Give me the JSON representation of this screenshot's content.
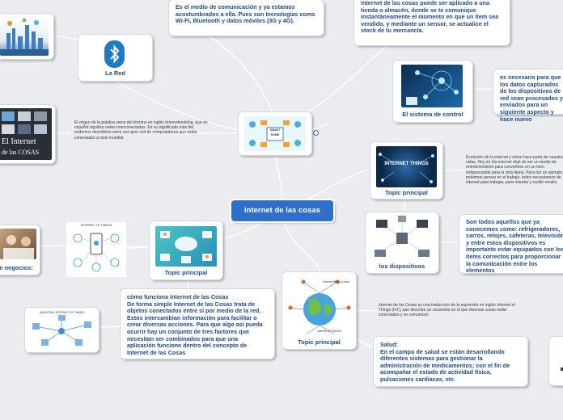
{
  "root": {
    "label": "internet de las cosas"
  },
  "nodes": {
    "red": {
      "label": "La Red"
    },
    "medio": {
      "text": "Es el medio de comunicación y ya estamos acostumbrados a ella. Pues son tecnologías como Wi-Fi, Bluetooth y datos móviles (3G y 4G)."
    },
    "almacen": {
      "text": "Internet de las cosas puede ser aplicado a una tienda o almacén, donde se te comunique instantáneamente el momento en que un ítem sea vendido, y mediante un sensor, se actualice el stock de tu mercancía."
    },
    "sistema": {
      "label": "El sistema de control"
    },
    "necesario": {
      "text": "es necesario para que los datos capturados de los dispositivos de red sean procesados y enviados para un siguiente aspecto y hace nuevo"
    },
    "topic_things": {
      "label": "Topic principal"
    },
    "dispositivos": {
      "label": "los dispositivos"
    },
    "dispositivos_desc": {
      "text": "Son todos aquellos que ya conocemos como: refrigeradores, carros, relojes, cafeteras, televisión y entre estos dispositivos es importante estar equipados con los ítems correctos para proporcionar la comunicación entre los elementos"
    },
    "topic_center": {
      "label": "Topic principal"
    },
    "negocios": {
      "label": "e negocios:"
    },
    "como_funciona": {
      "title": "cómo funciona Internet de las Cosas",
      "text": "De forma simple Internet de las Cosas trata de objetos conectados entre sí por medio de la red. Estos intercambian información para facilitar o crear diversas acciones. Para que algo así pueda ocurrir hay un conjunto de tres factores que necesitan ser combinados para que una aplicación funcione dentro del concepto de Internet de las Cosas"
    },
    "topic_globe": {
      "label": "Topic principal"
    },
    "salud": {
      "title": "Salud:",
      "text": "En el campo de salud se están desarrollando diferentes sistemas para gestionar la administración de medicamentos; con el fin de acompañar el estado de actividad física, pulsaciones cardíacas, etc."
    }
  },
  "notes": {
    "origen": "El origen de la palabra viene del término en inglés Internetworking, que en español significa redes interconectadas. En su significado más fiel, podemos describirla como una gran red de computadoras que están conectadas a nivel mundial.",
    "evolucion": "Evolución de la internet y cómo hace parte de nuestras vidas, Hoy en día internet dejó de ser un medio de entretenimiento para convertirse en un ítem indispensable para la vida diaria. Para dar un ejemplo, podemos pensar en el trabajo: todos necesitamos de internet para trabajar, para mandar y recibir emails,",
    "tecnologia": "Internet de las Cosas es una traducción de la expresión en inglés Internet of Things (IoT), que describe un escenario en el que diversas cosas están conectadas y se comunican"
  },
  "images": {
    "internet_things": "INTERNET THINGS",
    "internet_of_things_heading": "INTERNET OF THINGS",
    "industrial": "INDUSTRIAL INTERNET OF THINGS",
    "el_internet": "El Internet",
    "de_las_cosas": "de las COSAS",
    "globe_label_top": "Internet de las Cosas",
    "globe_label_bottom": "Internet of THINGS",
    "smart_home_a": "SMART",
    "smart_home_b": "HOME"
  },
  "colors": {
    "root": "#2f6fc9",
    "text": "#1e4a8c",
    "background": "#ebecef",
    "link": "#ffffff"
  }
}
